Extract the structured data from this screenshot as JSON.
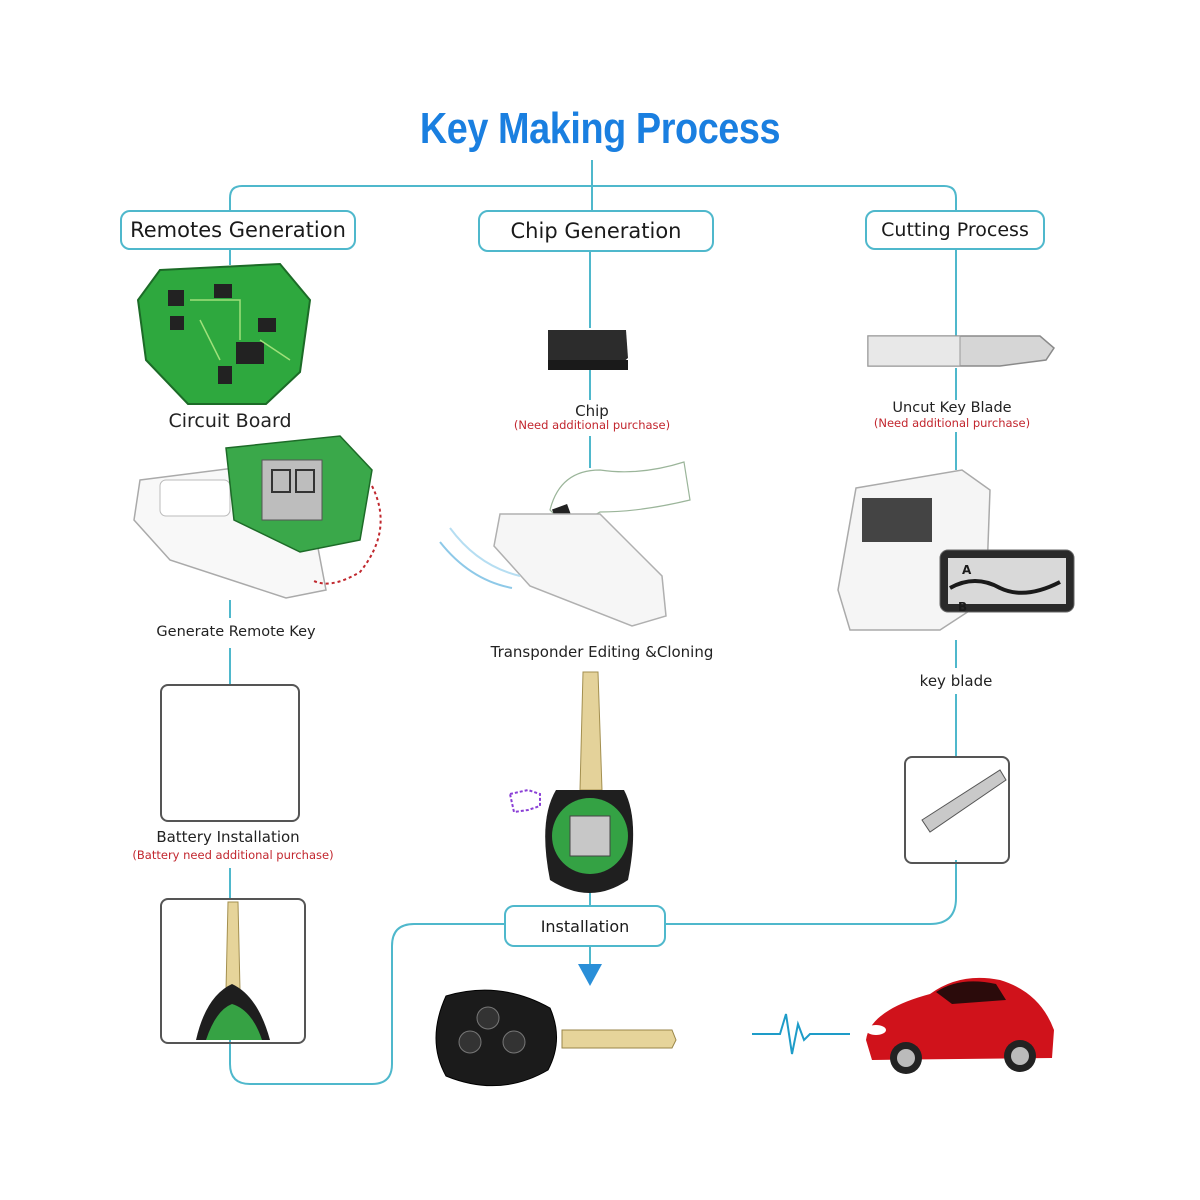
{
  "title": "Key Making Process",
  "stages": {
    "remotes": "Remotes Generation",
    "chip": "Chip Generation",
    "cutting": "Cutting Process",
    "installation": "Installation"
  },
  "steps": {
    "circuit_board": "Circuit Board",
    "generate_remote": "Generate Remote Key",
    "battery": "Battery Installation",
    "battery_note": "(Battery need additional purchase)",
    "chip": "Chip",
    "chip_note": "(Need additional purchase)",
    "transponder": "Transponder Editing &Cloning",
    "blade": "Uncut Key  Blade",
    "blade_note": "(Need additional purchase)",
    "key_blade": "key blade"
  },
  "blade_diagram": {
    "label_a": "A",
    "label_b": "B"
  },
  "colors": {
    "title": "#1a7fe0",
    "line": "#4fb8cc",
    "note": "#c2262e",
    "pcb": "#2e9e3a",
    "car": "#d0121b"
  },
  "icons": [
    "circuit-board-icon",
    "key-programmer-icon",
    "battery-icon",
    "chip-icon",
    "hand-icon",
    "pointer-hand-icon",
    "key-blade-icon",
    "key-cutting-machine-icon",
    "remote-key-icon",
    "car-icon",
    "signal-wave-icon"
  ]
}
